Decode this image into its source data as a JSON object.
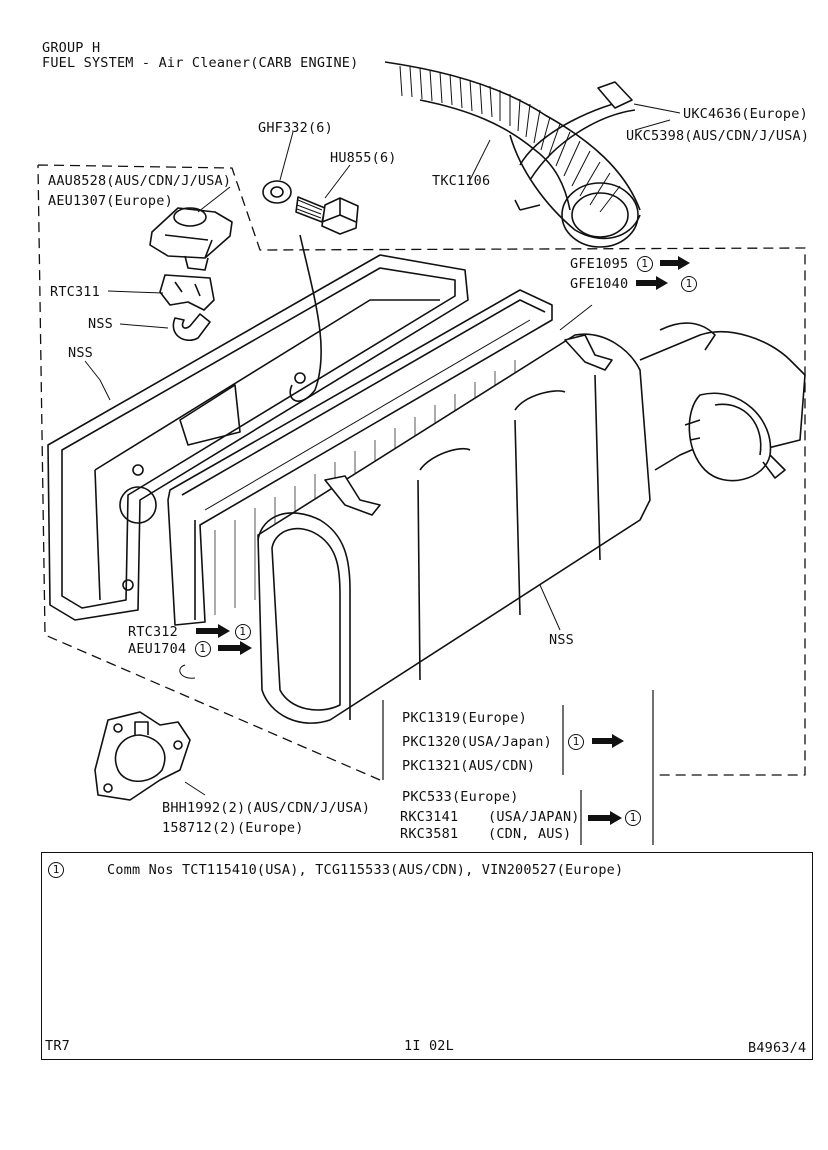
{
  "header": {
    "group": "GROUP H",
    "title": "FUEL SYSTEM - Air Cleaner(CARB ENGINE)"
  },
  "parts": {
    "ukc4636": "UKC4636(Europe)",
    "ukc5398": "UKC5398(AUS/CDN/J/USA)",
    "ghf332": "GHF332(6)",
    "hu855": "HU855(6)",
    "tkc1106": "TKC1106",
    "aau8528": "AAU8528(AUS/CDN/J/USA)",
    "aeu1307": "AEU1307(Europe)",
    "rtc311": "RTC311",
    "nss_1": "NSS",
    "nss_2": "NSS",
    "nss_3": "NSS",
    "gfe1095": "GFE1095",
    "gfe1040": "GFE1040",
    "rtc312": "RTC312",
    "aeu1704": "AEU1704",
    "pkc1319": "PKC1319(Europe)",
    "pkc1320": "PKC1320(USA/Japan)",
    "pkc1321": "PKC1321(AUS/CDN)",
    "pkc533": "PKC533(Europe)",
    "rkc3141": "RKC3141",
    "rkc3141_region": "(USA/JAPAN)",
    "rkc3581": "RKC3581",
    "rkc3581_region": "(CDN, AUS)",
    "bhh1992": "BHH1992(2)(AUS/CDN/J/USA)",
    "p158712": "158712(2)(Europe)"
  },
  "footnote": {
    "marker": "1",
    "text": "Comm Nos TCT115410(USA), TCG115533(AUS/CDN), VIN200527(Europe)"
  },
  "footer": {
    "model": "TR7",
    "page": "1I 02L",
    "ref": "B4963/4"
  }
}
